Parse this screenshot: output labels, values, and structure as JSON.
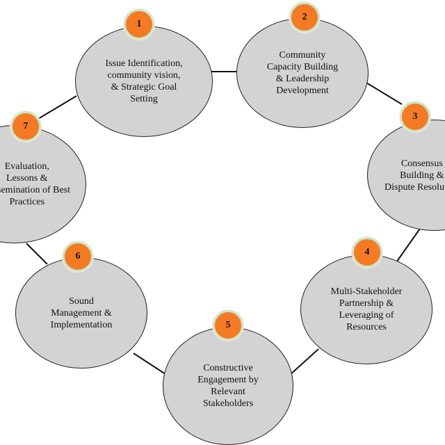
{
  "diagram": {
    "steps": [
      {
        "number": "1",
        "text": "Issue Identification,\ncommunity vision,\n& Strategic Goal\nSetting"
      },
      {
        "number": "2",
        "text": "Community\nCapacity Building\n& Leadership\nDevelopment"
      },
      {
        "number": "3",
        "text": "Consensus\nBuilding &\nDispute Resolution"
      },
      {
        "number": "4",
        "text": "Multi-Stakeholder\nPartnership &\nLeveraging of\nResources"
      },
      {
        "number": "5",
        "text": "Constructive\nEngagement by\nRelevant\nStakeholders"
      },
      {
        "number": "6",
        "text": "Sound\nManagement &\nImplementation"
      },
      {
        "number": "7",
        "text": "Evaluation,\nLessons &\nDissemination of Best\nPractices"
      }
    ],
    "colors": {
      "node_fill": "#d3d3d3",
      "badge_fill": "#f47a24",
      "badge_ring": "#cfe3c4",
      "connector": "#111111"
    }
  }
}
